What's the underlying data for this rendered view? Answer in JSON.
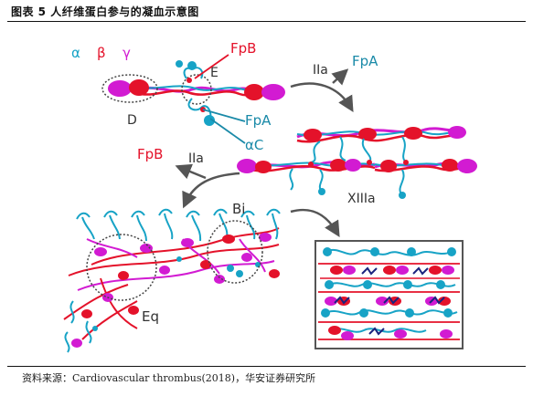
{
  "figure": {
    "title": "图表 5 人纤维蛋白参与的凝血示意图",
    "source": "资料来源：Cardiovascular thrombus(2018)，华安证券研究所"
  },
  "chains": {
    "alpha": "α",
    "beta": "β",
    "gamma": "γ"
  },
  "labels": {
    "fpb_top": "FpB",
    "e_domain": "E",
    "d_domain": "D",
    "fpa": "FpA",
    "alpha_c": "αC",
    "fpa_release": "FpA",
    "fpb_release": "FpB",
    "bi": "Bi",
    "eq": "Eq"
  },
  "enzymes": {
    "thrombin_1": "IIa",
    "thrombin_2": "IIa",
    "factor_xiii": "XIIIa"
  },
  "colors": {
    "alpha": "#17a3c6",
    "beta": "#e4122a",
    "gamma": "#d21bd2",
    "arrow": "#555555",
    "leader_fpa": "#1a8aa8"
  }
}
